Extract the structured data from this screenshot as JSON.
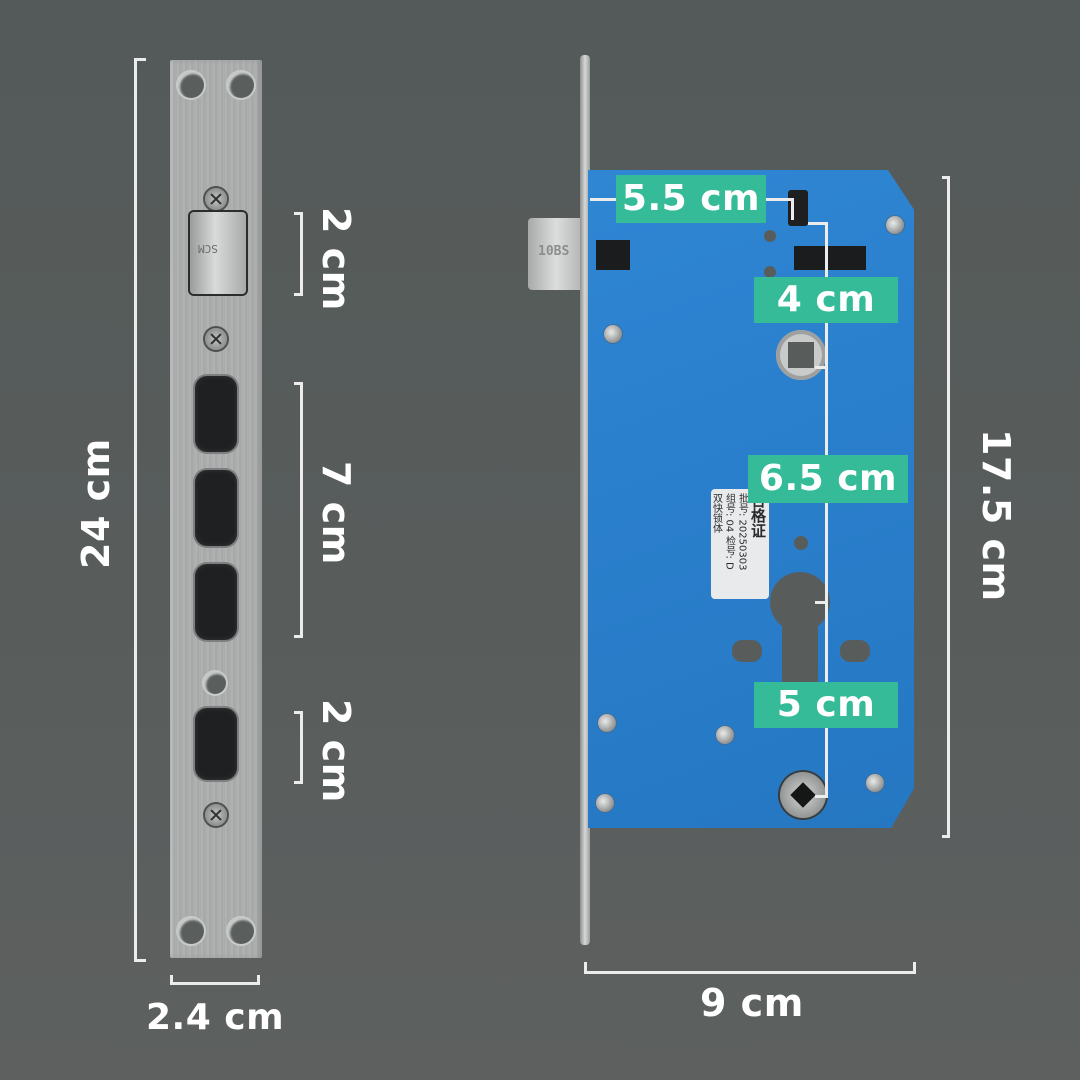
{
  "product": {
    "type": "mortise door lock",
    "faceplate_latch_marking": "SCM",
    "latch_bolt_marking": "10BS",
    "certificate_label": {
      "title": "合格证",
      "line_1": "批号: 20250303",
      "line_2": "组号: 04  检号: D",
      "line_3": "双快锁体"
    }
  },
  "dimensions": {
    "faceplate_height": "24 cm",
    "faceplate_width": "2.4 cm",
    "latch_height": "2 cm",
    "deadbolt_span": "7 cm",
    "lower_bolt_height": "2 cm",
    "body_height": "17.5 cm",
    "body_width": "9 cm",
    "backset": "5.5 cm",
    "latch_to_spindle": "4 cm",
    "spindle_to_cylinder": "6.5 cm",
    "cylinder_to_bottom": "5 cm"
  },
  "colors": {
    "background": "#565b5a",
    "dimension_line": "#ececec",
    "badge": "#35bb98",
    "lock_case": "#2a7fcc",
    "steel": "#adafaf"
  }
}
